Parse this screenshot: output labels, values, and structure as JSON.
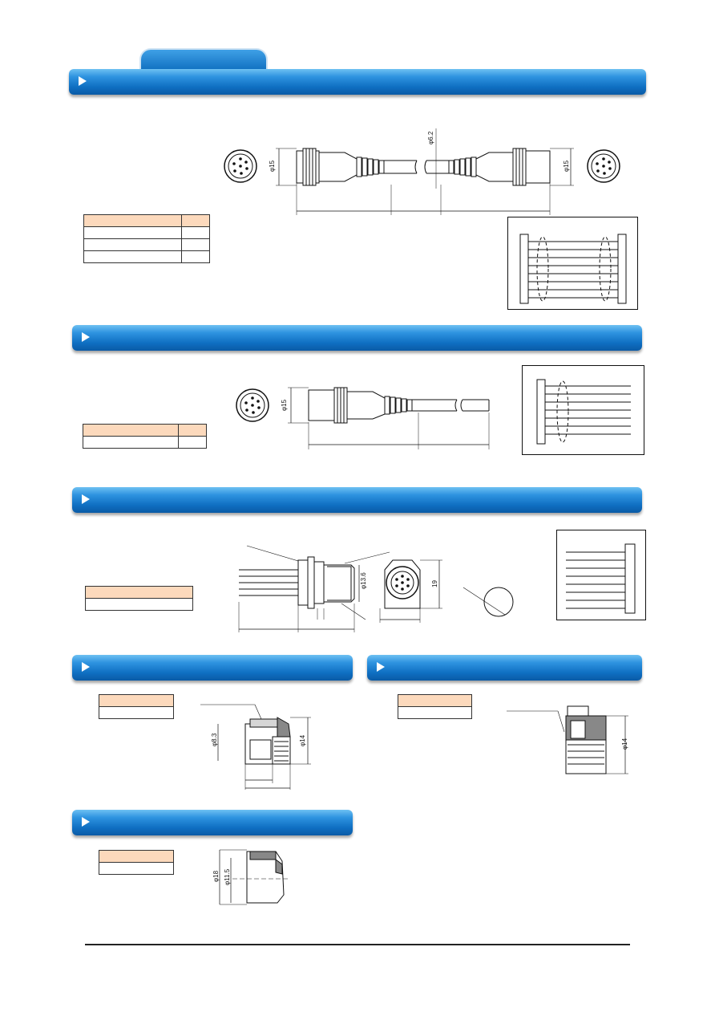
{
  "dimensions": {
    "section1_left_dia": "φ15",
    "section1_cable_dia": "φ6.2",
    "section1_right_dia": "φ15",
    "section2_dia": "φ15",
    "section3_inner_dia": "φ13.6",
    "section3_width": "19",
    "section4_dia_small": "φ8.3",
    "section4_dia": "φ14",
    "section5_dia": "φ14",
    "section6_dia_outer": "φ18",
    "section6_dia_inner": "φ11.5"
  },
  "colors": {
    "bar": "#1a7fd0",
    "table_header": "#fcd9bc"
  }
}
